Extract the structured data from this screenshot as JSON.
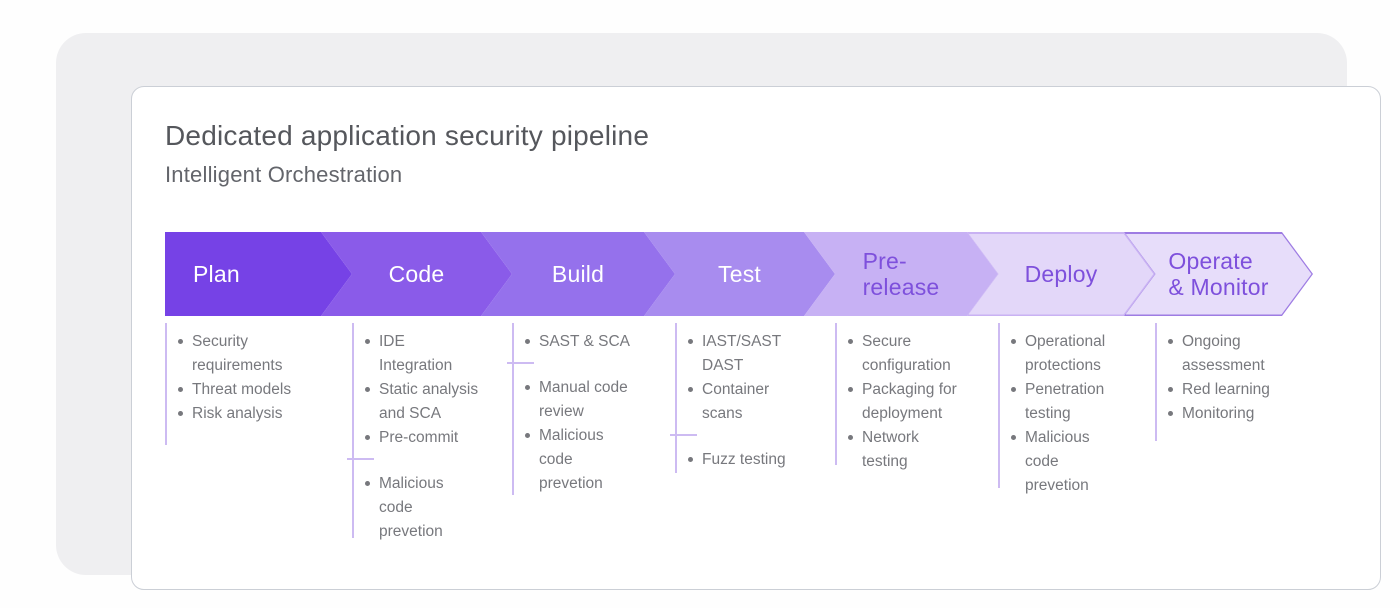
{
  "header": {
    "title": "Dedicated application security pipeline",
    "subtitle": "Intelligent Orchestration"
  },
  "pipeline": {
    "stages": [
      {
        "label": "Plan",
        "fill": "#7642E6",
        "label_color": "#FFFFFF",
        "stroke": "",
        "groups": [
          [
            "Security\nrequirements",
            "Threat models",
            "Risk analysis"
          ]
        ]
      },
      {
        "label": "Code",
        "fill": "#8A5BE9",
        "label_color": "#FFFFFF",
        "stroke": "",
        "groups": [
          [
            "IDE\nIntegration",
            "Static analysis\nand SCA",
            "Pre-commit"
          ],
          [
            "Malicious\ncode\nprevetion"
          ]
        ]
      },
      {
        "label": "Build",
        "fill": "#9571EC",
        "label_color": "#FFFFFF",
        "stroke": "",
        "groups": [
          [
            "SAST & SCA"
          ],
          [
            "Manual code\nreview",
            "Malicious\ncode\nprevetion"
          ]
        ]
      },
      {
        "label": "Test",
        "fill": "#A88CEF",
        "label_color": "#FFFFFF",
        "stroke": "",
        "groups": [
          [
            "IAST/SAST\nDAST",
            "Container\nscans"
          ],
          [
            "Fuzz testing"
          ]
        ]
      },
      {
        "label": "Pre-\nrelease",
        "fill": "#C7B1F4",
        "label_color": "#7E50DC",
        "stroke": "",
        "groups": [
          [
            "Secure\nconfiguration",
            "Packaging for\ndeployment",
            "Network\ntesting"
          ]
        ]
      },
      {
        "label": "Deploy",
        "fill": "#E3D7F9",
        "label_color": "#7E50DC",
        "stroke": "#C9B2F3",
        "groups": [
          [
            "Operational\nprotections",
            "Penetration\ntesting",
            "Malicious\ncode\nprevetion"
          ]
        ]
      },
      {
        "label": "Operate\n& Monitor",
        "fill": "#E7DDFA",
        "label_color": "#7E50DC",
        "stroke": "#9E7CE3",
        "groups": [
          [
            "Ongoing\nassessment",
            "Red learning",
            "Monitoring"
          ]
        ]
      }
    ]
  },
  "colors": {
    "outer_card_bg": "#EFEFF1",
    "inner_card_bg": "#FFFFFF",
    "inner_card_border": "#CBCFD6",
    "title_text": "#55575C",
    "subtitle_text": "#63656B",
    "bullet_text": "#77787D",
    "rule_purple": "#CDBBF2"
  }
}
